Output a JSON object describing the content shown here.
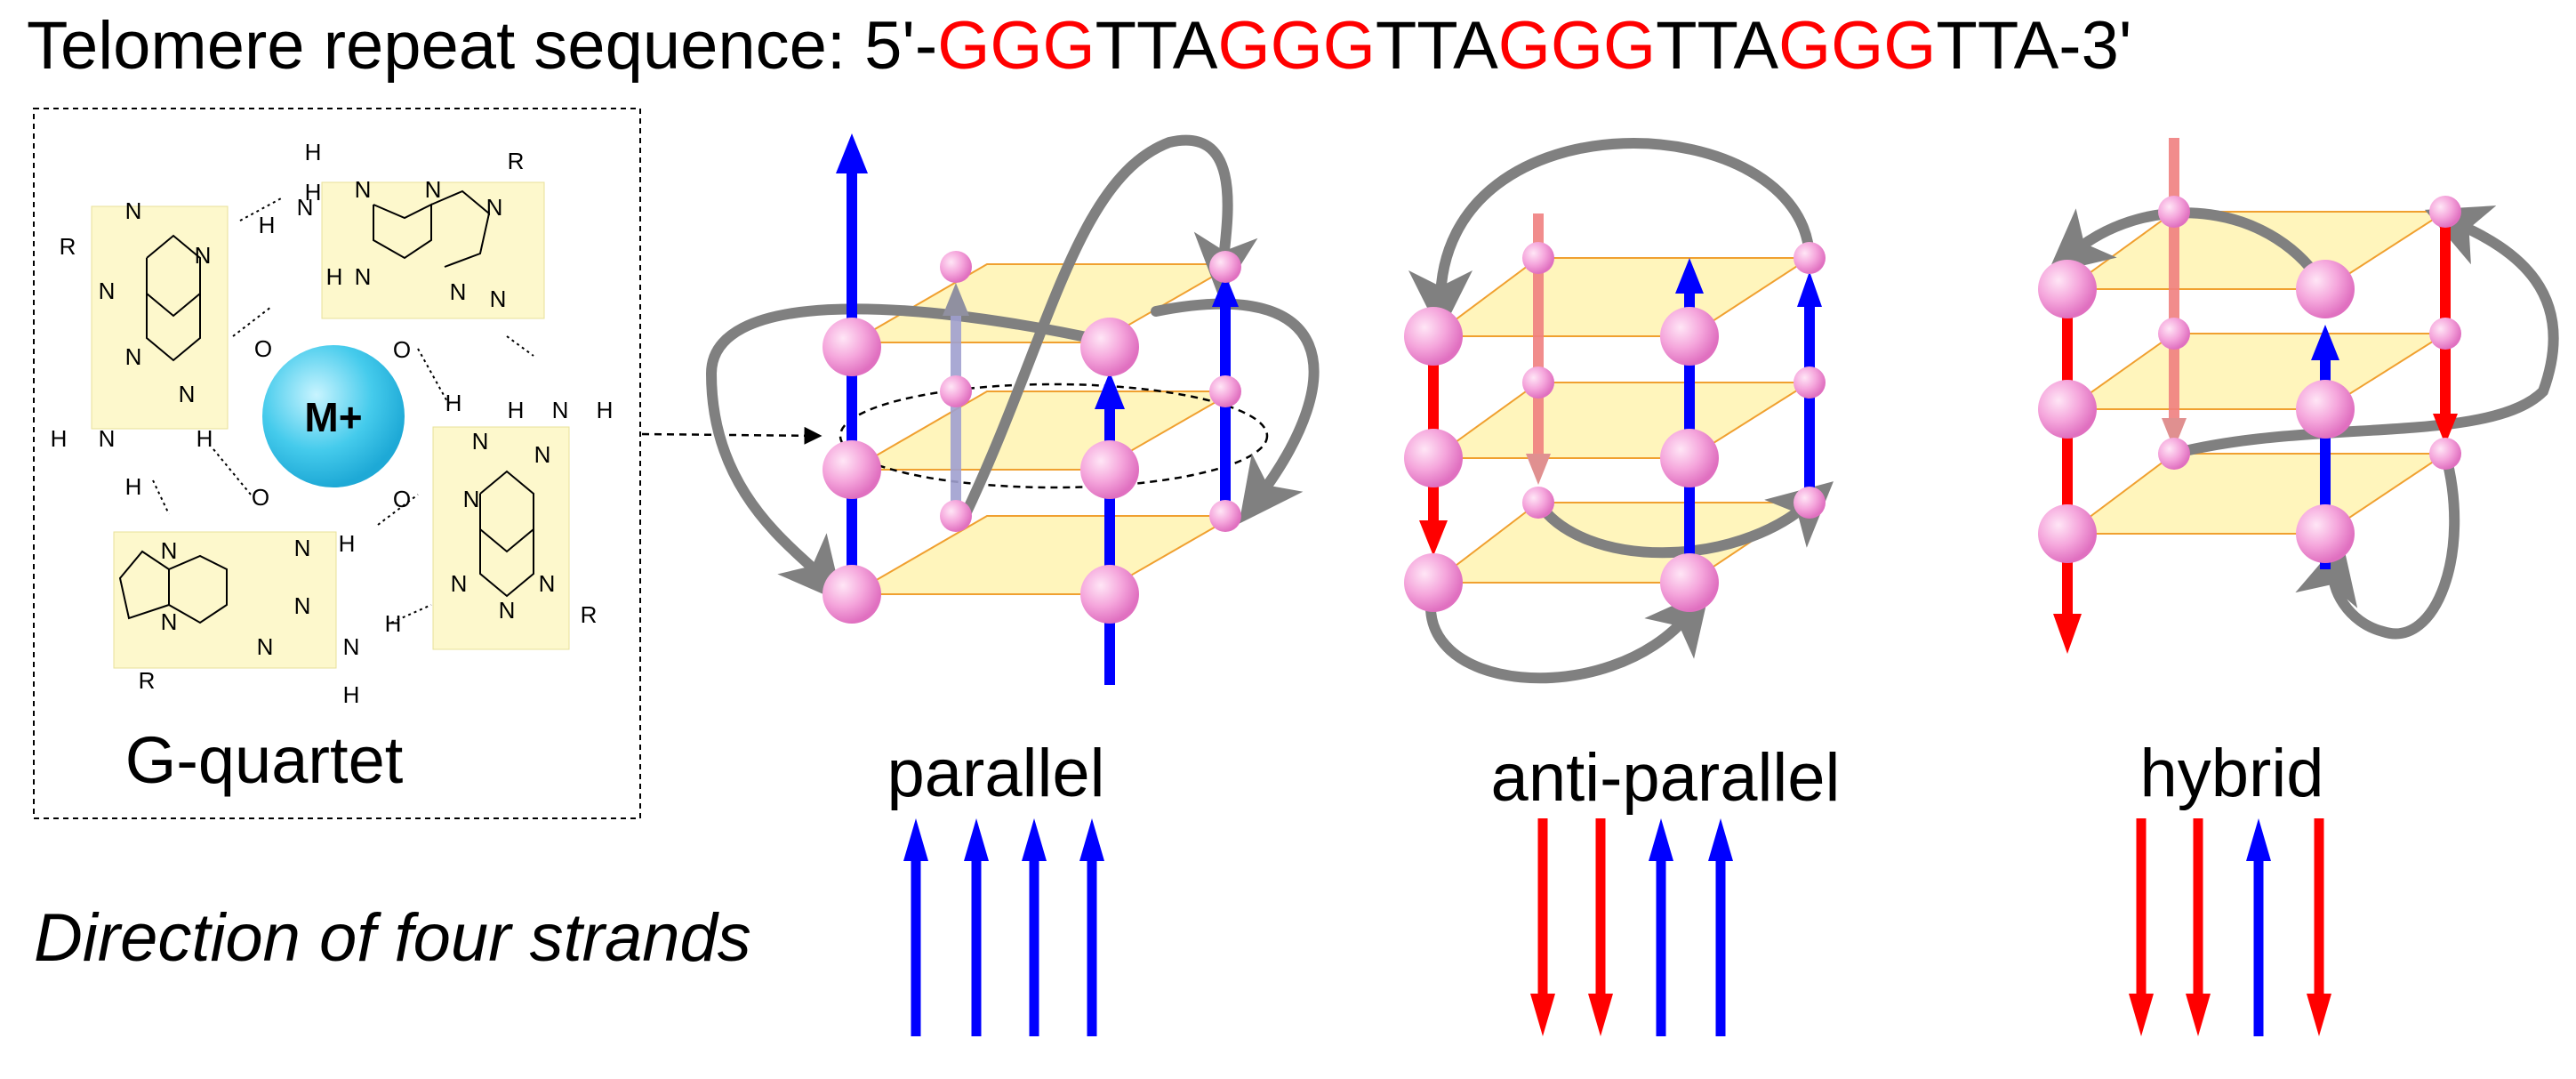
{
  "title": {
    "prefix": "Telomere repeat sequence: ",
    "segments": [
      {
        "text": "5'-",
        "color": "black"
      },
      {
        "text": "GGG",
        "color": "red"
      },
      {
        "text": "TTA",
        "color": "black"
      },
      {
        "text": "GGG",
        "color": "red"
      },
      {
        "text": "TTA",
        "color": "black"
      },
      {
        "text": "GGG",
        "color": "red"
      },
      {
        "text": "TTA",
        "color": "black"
      },
      {
        "text": "GGG",
        "color": "red"
      },
      {
        "text": "TTA-3'",
        "color": "black"
      }
    ]
  },
  "quartet_panel": {
    "caption": "G-quartet",
    "ion_label": "M+",
    "atoms": {
      "N": "N",
      "H": "H",
      "O": "O",
      "R": "R"
    }
  },
  "topologies": [
    {
      "label": "parallel",
      "directions": [
        "up",
        "up",
        "up",
        "up"
      ]
    },
    {
      "label": "anti-parallel",
      "directions": [
        "down",
        "down",
        "up",
        "up"
      ]
    },
    {
      "label": "hybrid",
      "directions": [
        "down",
        "down",
        "up",
        "down"
      ]
    }
  ],
  "direction_caption": "Direction of four strands",
  "colors": {
    "red": "#ff0000",
    "up_strand": "#0000ff",
    "down_strand": "#ff0000",
    "loop": "#808080",
    "sphere": "#f29ad8",
    "plate_fill": "#fff3b0",
    "plate_edge": "#f0a030",
    "ion": "#3fc8e8"
  }
}
